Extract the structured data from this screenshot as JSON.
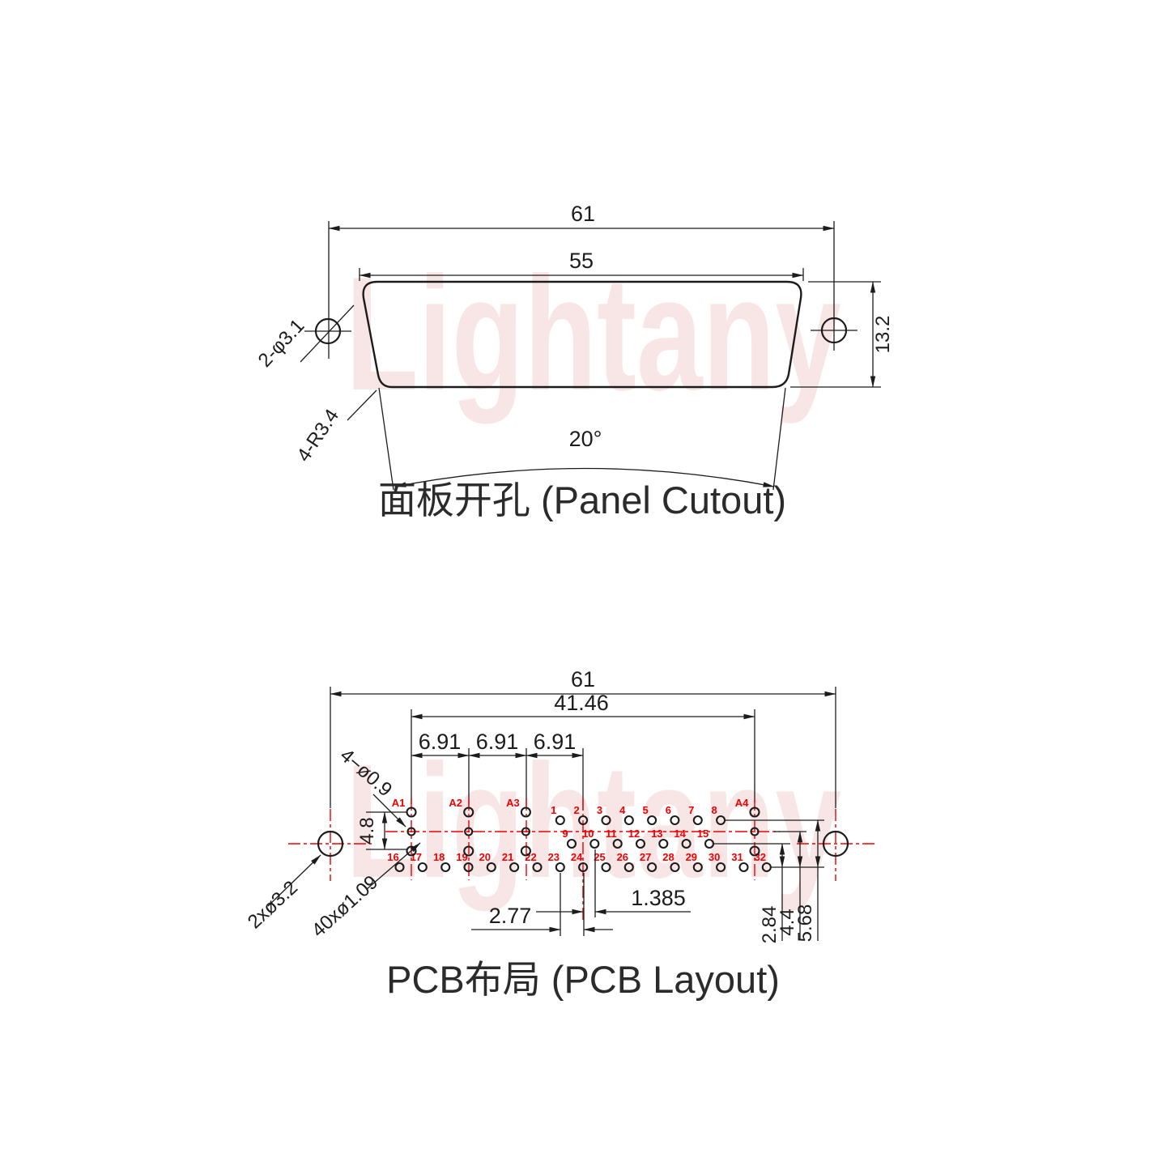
{
  "watermark": {
    "text": "Lightany"
  },
  "panel": {
    "title": "面板开孔 (Panel Cutout)",
    "dim_width_outer": "61",
    "dim_width_top": "55",
    "dim_height": "13.2",
    "dim_angle": "20°",
    "label_mount_holes": "2-φ3.1",
    "label_corner_radius": "4-R3.4"
  },
  "pcb": {
    "title": "PCB布局 (PCB Layout)",
    "dim_width_outer": "61",
    "dim_coax_span": "41.46",
    "dim_coax_pitch": "6.91",
    "dim_coax_hole_spacing": "4.8",
    "dim_pin_pitch": "2.77",
    "dim_half_pitch": "1.385",
    "dim_row_spacing": "2.84",
    "dim_coax_to_bottom_row": "4.4",
    "dim_row_span": "5.68",
    "label_coax_center_holes": "4−ø0.9",
    "label_mount_holes": "2xø3.2",
    "label_pin_holes": "40xø1.09",
    "coax_labels": [
      "A1",
      "A2",
      "A3",
      "A4"
    ],
    "pins_row1": [
      "1",
      "2",
      "3",
      "4",
      "5",
      "6",
      "7",
      "8"
    ],
    "pins_row2": [
      "9",
      "10",
      "11",
      "12",
      "13",
      "14",
      "15"
    ],
    "pins_row3": [
      "16",
      "17",
      "18",
      "19",
      "20",
      "21",
      "22",
      "23",
      "24",
      "25",
      "26",
      "27",
      "28",
      "29",
      "30",
      "31",
      "32"
    ]
  },
  "colors": {
    "line": "#1c1c1c",
    "accent_red": "#f00000",
    "watermark": "#f3d2d2",
    "title": "#2b2b2b"
  }
}
